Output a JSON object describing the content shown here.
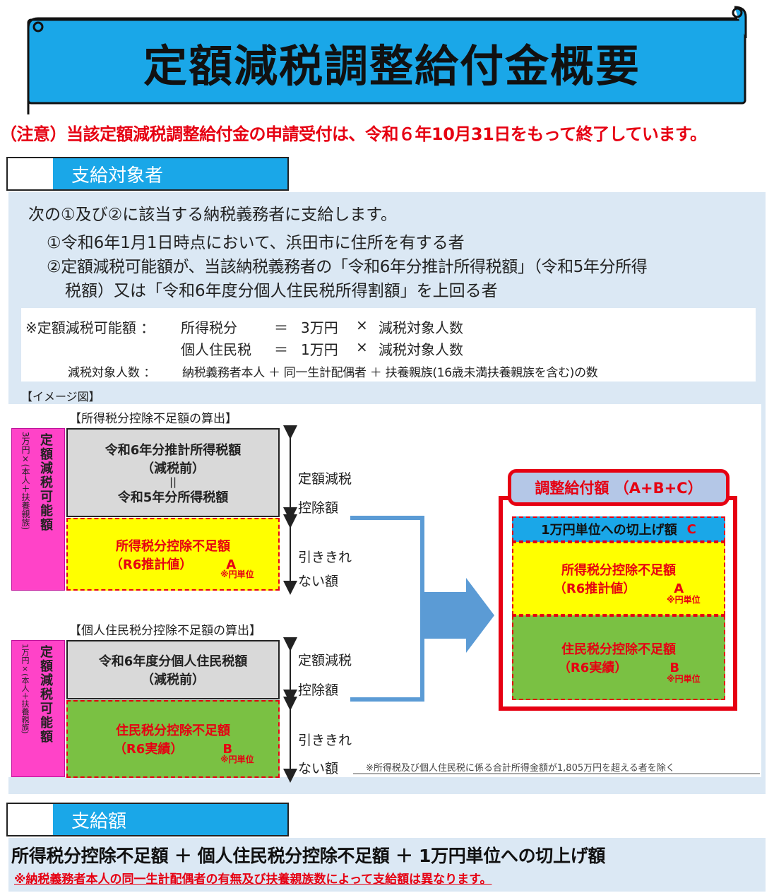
{
  "banner": {
    "title": "定額減税調整給付金概要"
  },
  "notice": "（注意）当該定額減税調整給付金の申請受付は、令和６年10月31日をもって終了しています。",
  "section1": {
    "heading": "支給対象者",
    "lead": "次の①及び②に該当する納税義務者に支給します。",
    "item1": "①令和6年1月1日時点において、浜田市に住所を有する者",
    "item2_line1": "②定額減税可能額が、当該納税義務者の「令和6年分推計所得税額」（令和5年分所得",
    "item2_line2": "税額）又は「令和6年度分個人住民税所得割額」を上回る者",
    "formula": {
      "prefix": "※定額減税可能額 ：",
      "row1_label": "所得税分",
      "row1_eq": "＝",
      "row1_value": "3万円",
      "row1_times": "×",
      "row1_target": "減税対象人数",
      "row2_label": "個人住民税",
      "row2_eq": "＝",
      "row2_value": "1万円",
      "row2_times": "×",
      "row2_target": "減税対象人数",
      "row3_label": "減税対象人数 ：",
      "row3_text": "納税義務者本人 ＋ 同一生計配偶者 ＋ 扶養親族(16歳未満扶養親族を含む)の数"
    }
  },
  "image": {
    "label": "【イメージ図】",
    "income_tax": {
      "title": "【所得税分控除不足額の算出】",
      "side_main": "定額減税可能額",
      "side_sub": "3万円×(本人＋扶養親族)",
      "gray_line1": "令和6年分推計所得税額",
      "gray_line2": "（減税前）",
      "gray_line3": "||",
      "gray_line4": "令和5年分所得税額",
      "yellow_line1": "所得税分控除不足額",
      "yellow_line2": "（R6推計値）",
      "yellow_letter": "A",
      "yellow_note": "※円単位",
      "arrow_label1": "定額減税",
      "arrow_label2": "控除額",
      "arrow_label3": "引ききれ",
      "arrow_label4": "ない額"
    },
    "resident_tax": {
      "title": "【個人住民税分控除不足額の算出】",
      "side_main": "定額減税可能額",
      "side_sub": "1万円×(本人＋扶養親族)",
      "gray_line1": "令和6年度分個人住民税額",
      "gray_line2": "（減税前）",
      "green_line1": "住民税分控除不足額",
      "green_line2": "（R6実績）",
      "green_letter": "B",
      "green_note": "※円単位",
      "arrow_label1": "定額減税",
      "arrow_label2": "控除額",
      "arrow_label3": "引ききれ",
      "arrow_label4": "ない額",
      "footnote": "※所得税及び個人住民税に係る合計所得金額が1,805万円を超える者を除く"
    },
    "result": {
      "header": "調整給付額 （A+B+C）",
      "blue_text": "1万円単位への切上げ額",
      "blue_letter": "C",
      "yellow_line1": "所得税分控除不足額",
      "yellow_line2": "（R6推計値）",
      "yellow_letter": "A",
      "yellow_note": "※円単位",
      "green_line1": "住民税分控除不足額",
      "green_line2": "（R6実績）",
      "green_letter": "B",
      "green_note": "※円単位"
    }
  },
  "section2": {
    "heading": "支給額",
    "formula": "所得税分控除不足額 ＋ 個人住民税分控除不足額 ＋ 1万円単位への切上げ額",
    "note": "※納税義務者本人の同一生計配偶者の有無及び扶養親族数によって支給額は異なります。"
  },
  "colors": {
    "banner": "#1aa7e8",
    "heading": "#1aa7e8",
    "panel": "#dbe8f4",
    "gray": "#d9d9d9",
    "yellow": "#ffff00",
    "green": "#7ac143",
    "magenta": "#ff43c8",
    "red": "#e60012",
    "arrow": "#5b9bd5"
  }
}
